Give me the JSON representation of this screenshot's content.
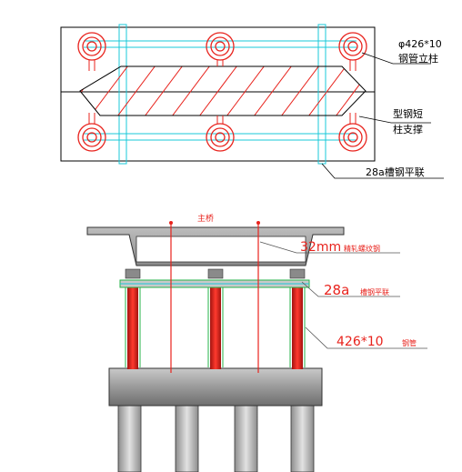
{
  "plan_view": {
    "labels": {
      "steel_pipe_size": "φ426*10",
      "steel_pipe_name": "钢管立柱",
      "short_column_line1": "型钢短",
      "short_column_line2": "柱支撑",
      "channel_bracing": "28a槽钢平联"
    }
  },
  "elevation_view": {
    "labels": {
      "main_bridge": "主桥",
      "threaded_bar_size": "32mm",
      "threaded_bar_name": "精轧螺纹钢",
      "channel_size": "28a",
      "channel_name": "槽钢平联",
      "pipe_size": "426*10",
      "pipe_name": "钢管"
    }
  },
  "colors": {
    "outline": "#000000",
    "pipe": "#e8231d",
    "bracing": "#19c8d8",
    "green": "#25b34a",
    "leader": "#555555"
  }
}
